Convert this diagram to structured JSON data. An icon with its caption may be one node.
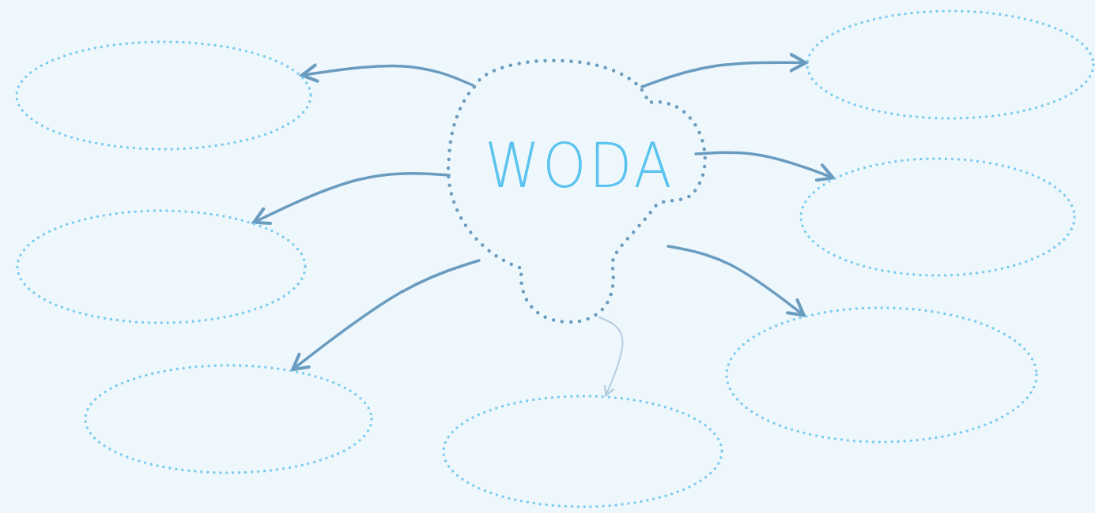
{
  "diagram": {
    "nodes": [
      {
        "text": [
          "WODA"
        ]
      },
      {
        "text": [],
        "shape": "ellipse"
      },
      {
        "text": [],
        "shape": "ellipse"
      },
      {
        "text": [],
        "shape": "ellipse"
      },
      {
        "text": [],
        "shape": "ellipse"
      },
      {
        "text": [],
        "shape": "ellipse"
      },
      {
        "text": [],
        "shape": "ellipse"
      },
      {
        "text": [],
        "shape": "ellipse"
      }
    ],
    "edges": [
      {
        "from": 0,
        "to": 1,
        "arrow": "to"
      },
      {
        "from": 0,
        "to": 2,
        "arrow": "to"
      },
      {
        "from": 0,
        "to": 3,
        "arrow": "to"
      },
      {
        "from": 0,
        "to": 4,
        "arrow": "to",
        "color": "#b5cde0"
      },
      {
        "from": 0,
        "to": 5,
        "arrow": "to"
      },
      {
        "from": 0,
        "to": 6,
        "arrow": "to"
      },
      {
        "from": 0,
        "to": 7,
        "arrow": "to"
      }
    ]
  }
}
